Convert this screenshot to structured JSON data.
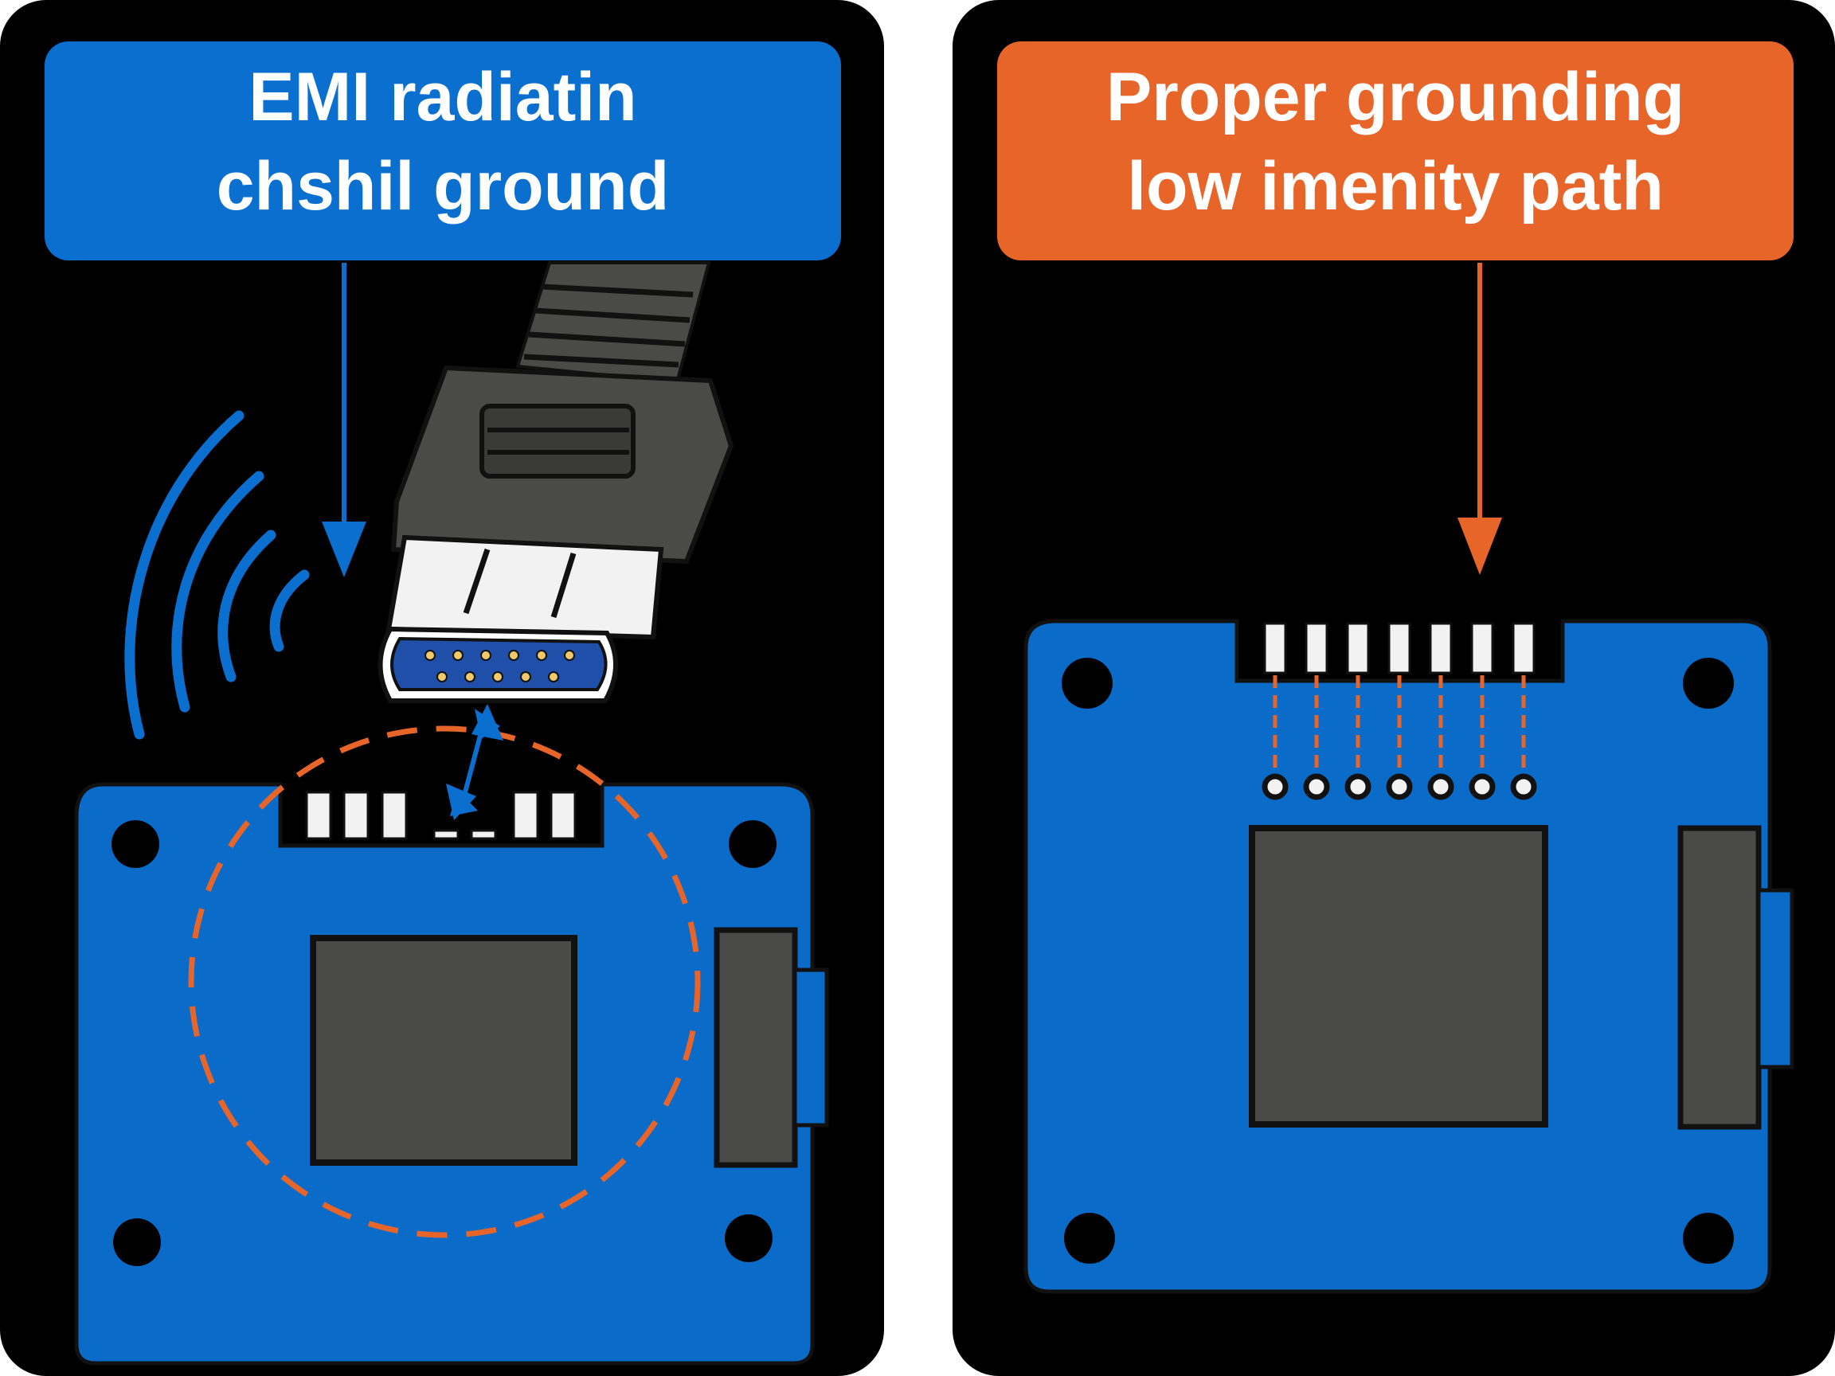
{
  "colors": {
    "panel_background": "#000000",
    "board_blue": "#0a6bc9",
    "chip_gray": "#4a4a48",
    "accent_blue": "#0b6fd0",
    "accent_orange": "#e8652a",
    "connector_pin": "#f2f2f2"
  },
  "left_panel": {
    "label": {
      "line1": "EMI radiatin",
      "line2": "chshil ground",
      "color": "#0b6fd0"
    },
    "icons": [
      "emi-wave-icon",
      "cable-connector-icon",
      "pcb-board-icon",
      "down-arrow-icon",
      "double-arrow-icon"
    ]
  },
  "right_panel": {
    "label": {
      "line1": "Proper  grounding",
      "line2": "low imenity path",
      "color": "#e8652a"
    },
    "icons": [
      "pcb-board-icon",
      "down-arrow-icon",
      "ground-via-icon"
    ]
  }
}
